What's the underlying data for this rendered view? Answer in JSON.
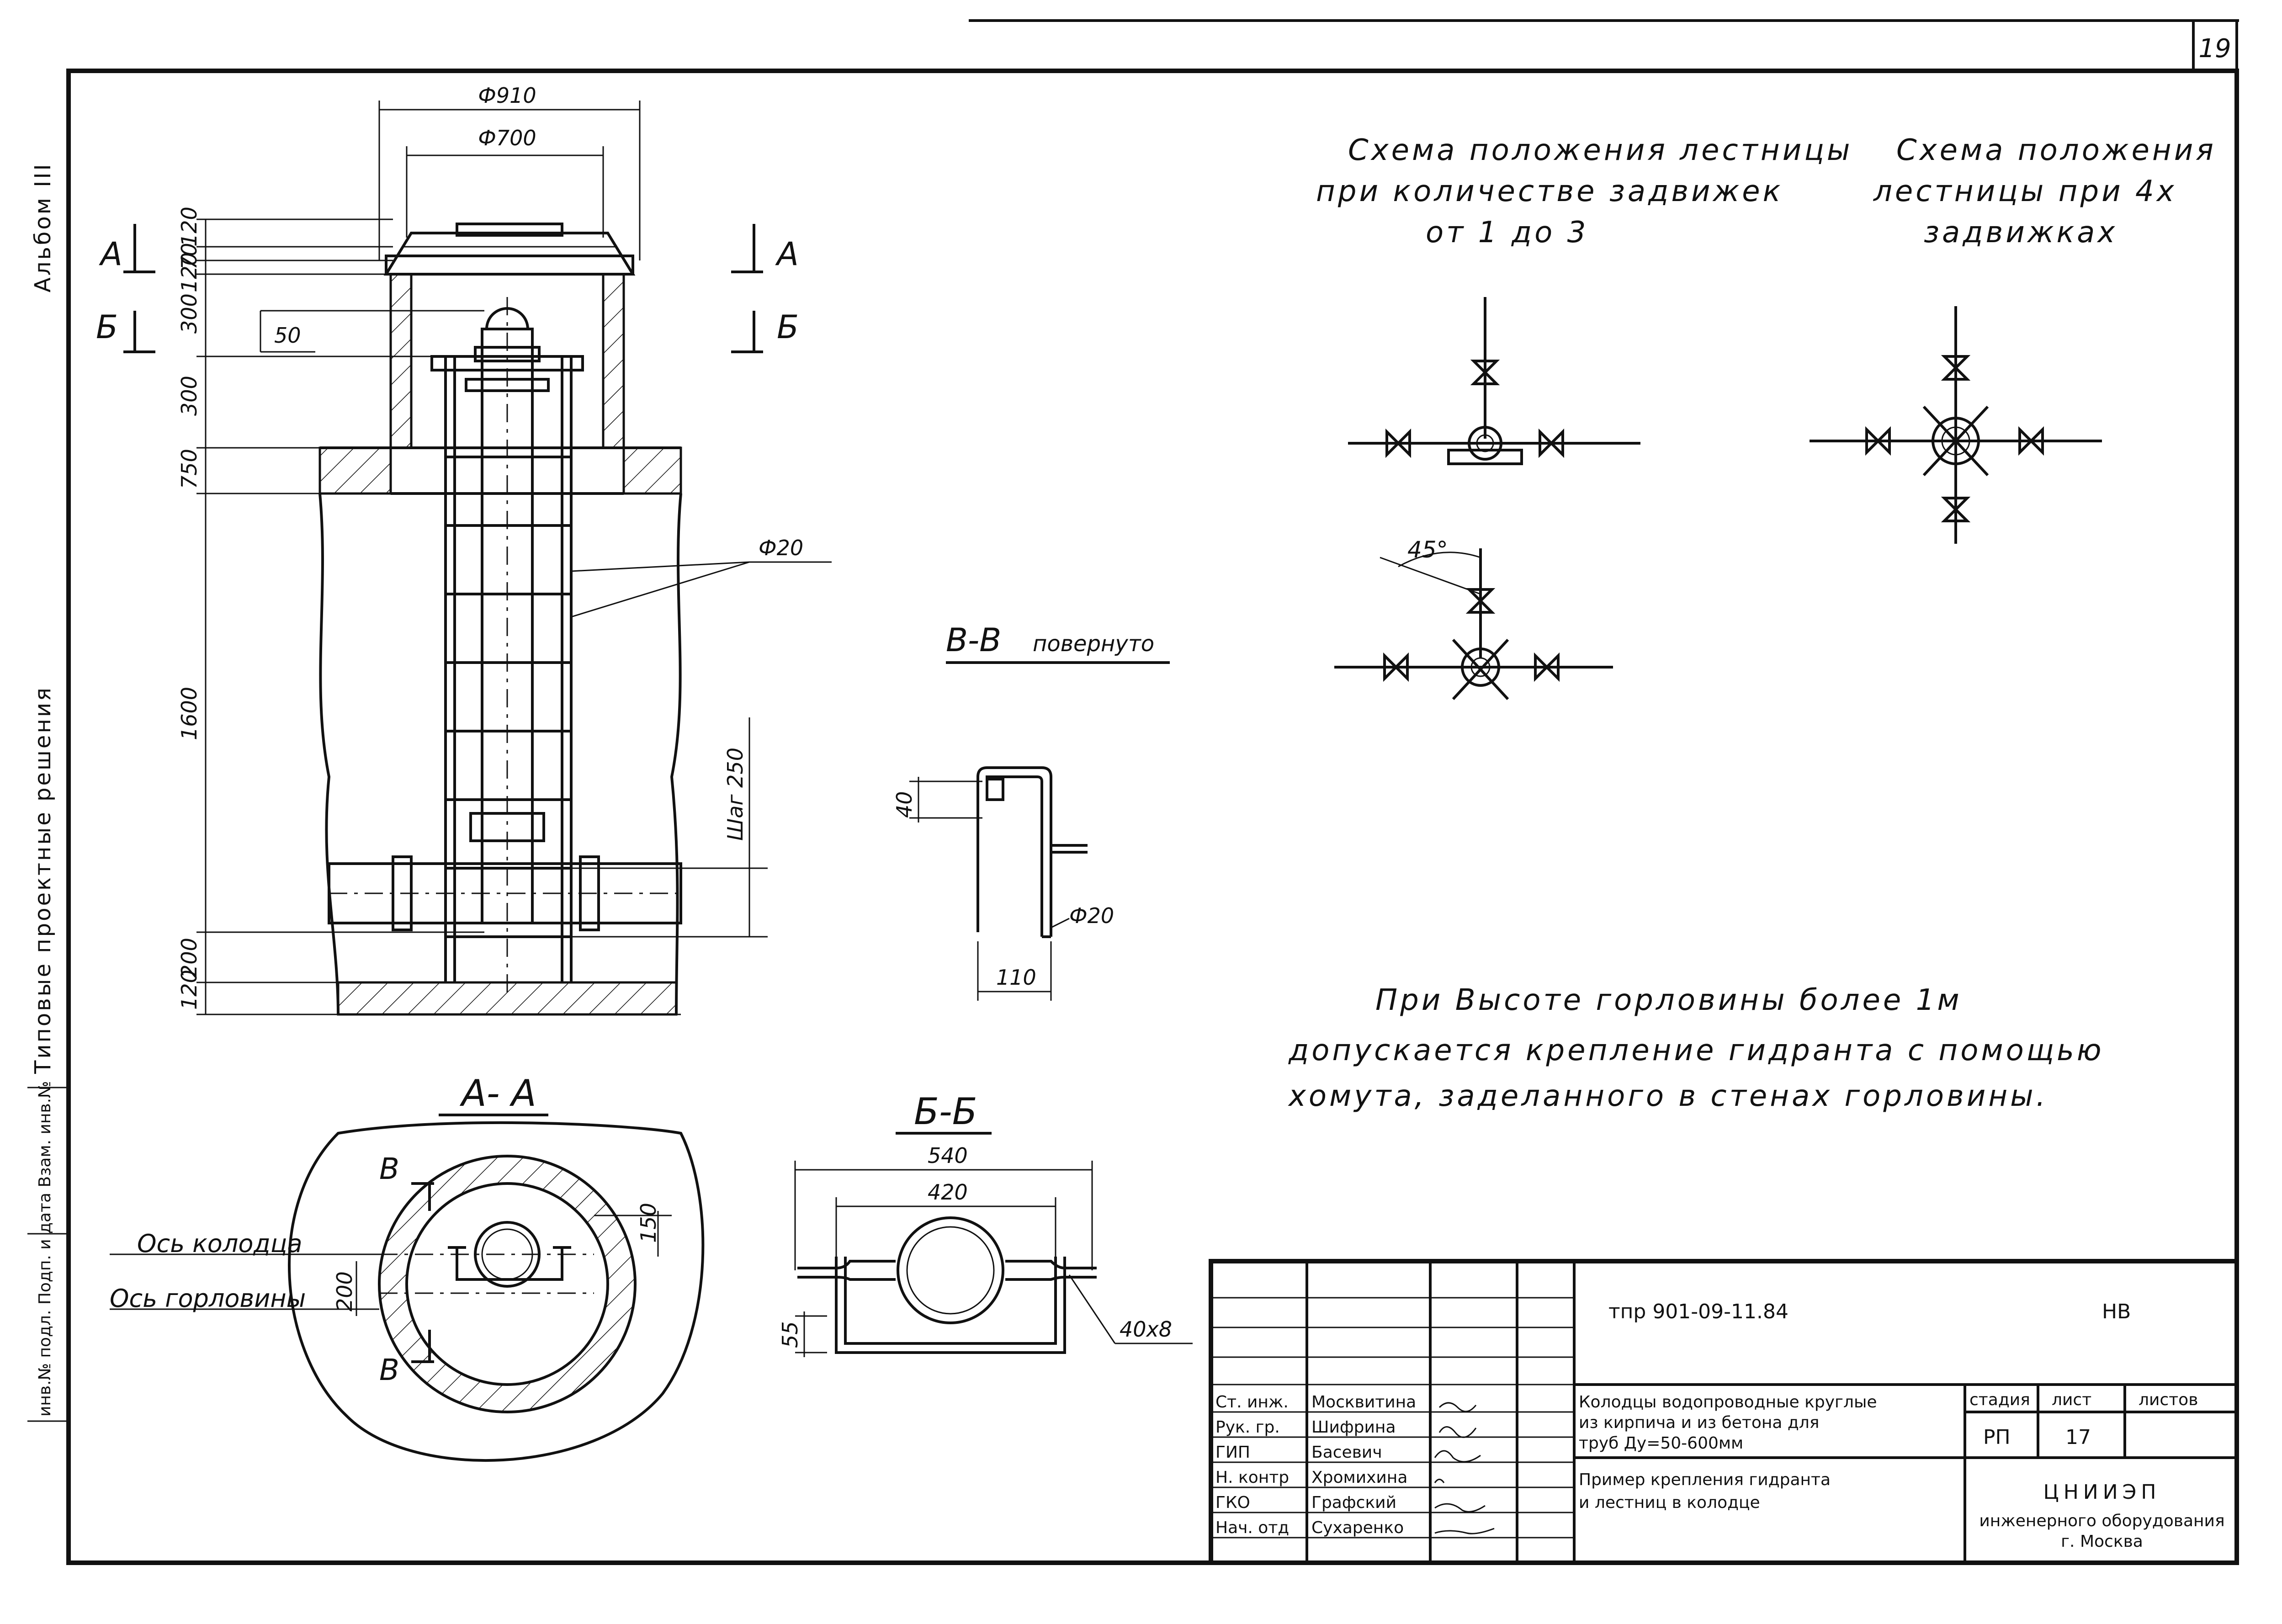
{
  "sheet": {
    "page_number": "19",
    "side_stamp": {
      "album": "Альбом III",
      "series": "Типовые   проектные   решения",
      "invent": "инв.№ подл.   Подп. и дата   Взам. инв.№"
    }
  },
  "notes": {
    "scheme_1_title": [
      "Схема  положения  лестницы",
      "при  количестве  задвижек",
      "от  1 до 3"
    ],
    "scheme_2_title": [
      "Схема положения",
      "лестницы при 4х",
      "задвижках"
    ],
    "angle_label": "45°",
    "main_note": [
      "При   Высоте   горловины  более  1м",
      "допускается  крепление  гидранта  с  помощью",
      "хомута, заделанного в стенах  горловины."
    ]
  },
  "elevation": {
    "dims_top": [
      "Ф910",
      "Ф700"
    ],
    "dim_50": "50",
    "dims_left": [
      "120",
      "70",
      "120",
      "300",
      "300",
      "750",
      "1600",
      "200",
      "120"
    ],
    "rod_label": "Ф20",
    "step_label": "Шаг 250",
    "section_marks": [
      "А",
      "Б",
      "А",
      "Б"
    ]
  },
  "section_vv": {
    "title": "В-В",
    "subtitle": "повернуто",
    "dims": [
      "40",
      "Ф20",
      "110"
    ]
  },
  "section_aa": {
    "title": "А- А",
    "axis_well": "Ось колодца",
    "axis_neck": "Ось горловины",
    "dims": [
      "150",
      "200"
    ],
    "marks": [
      "В",
      "В"
    ]
  },
  "section_bb": {
    "title": "Б-Б",
    "dims": [
      "540",
      "420",
      "55",
      "40х8"
    ]
  },
  "title_block": {
    "code": "тпр 901-09-11.84",
    "mark": "НВ",
    "roles": [
      {
        "role": "Ст. инж.",
        "name": "Москвитина"
      },
      {
        "role": "Рук. гр.",
        "name": "Шифрина"
      },
      {
        "role": "ГИП",
        "name": "Басевич"
      },
      {
        "role": "Н. контр",
        "name": "Хромихина"
      },
      {
        "role": "ГКО",
        "name": "Графский"
      },
      {
        "role": "Нач. отд",
        "name": "Сухаренко"
      }
    ],
    "project_name": [
      "Колодцы водопроводные круглые",
      "из кирпича и из бетона для",
      "труб  Ду=50-600мм"
    ],
    "sheet_name": [
      "Пример крепления гидранта",
      "и лестниц  в колодце"
    ],
    "stage_header": "стадия",
    "sheet_header": "лист",
    "sheets_header": "листов",
    "stage": "РП",
    "sheet_no": "17",
    "sheets_total": "",
    "org": [
      "ЦНИИЭП",
      "инженерного оборудования",
      "г. Москва"
    ]
  }
}
